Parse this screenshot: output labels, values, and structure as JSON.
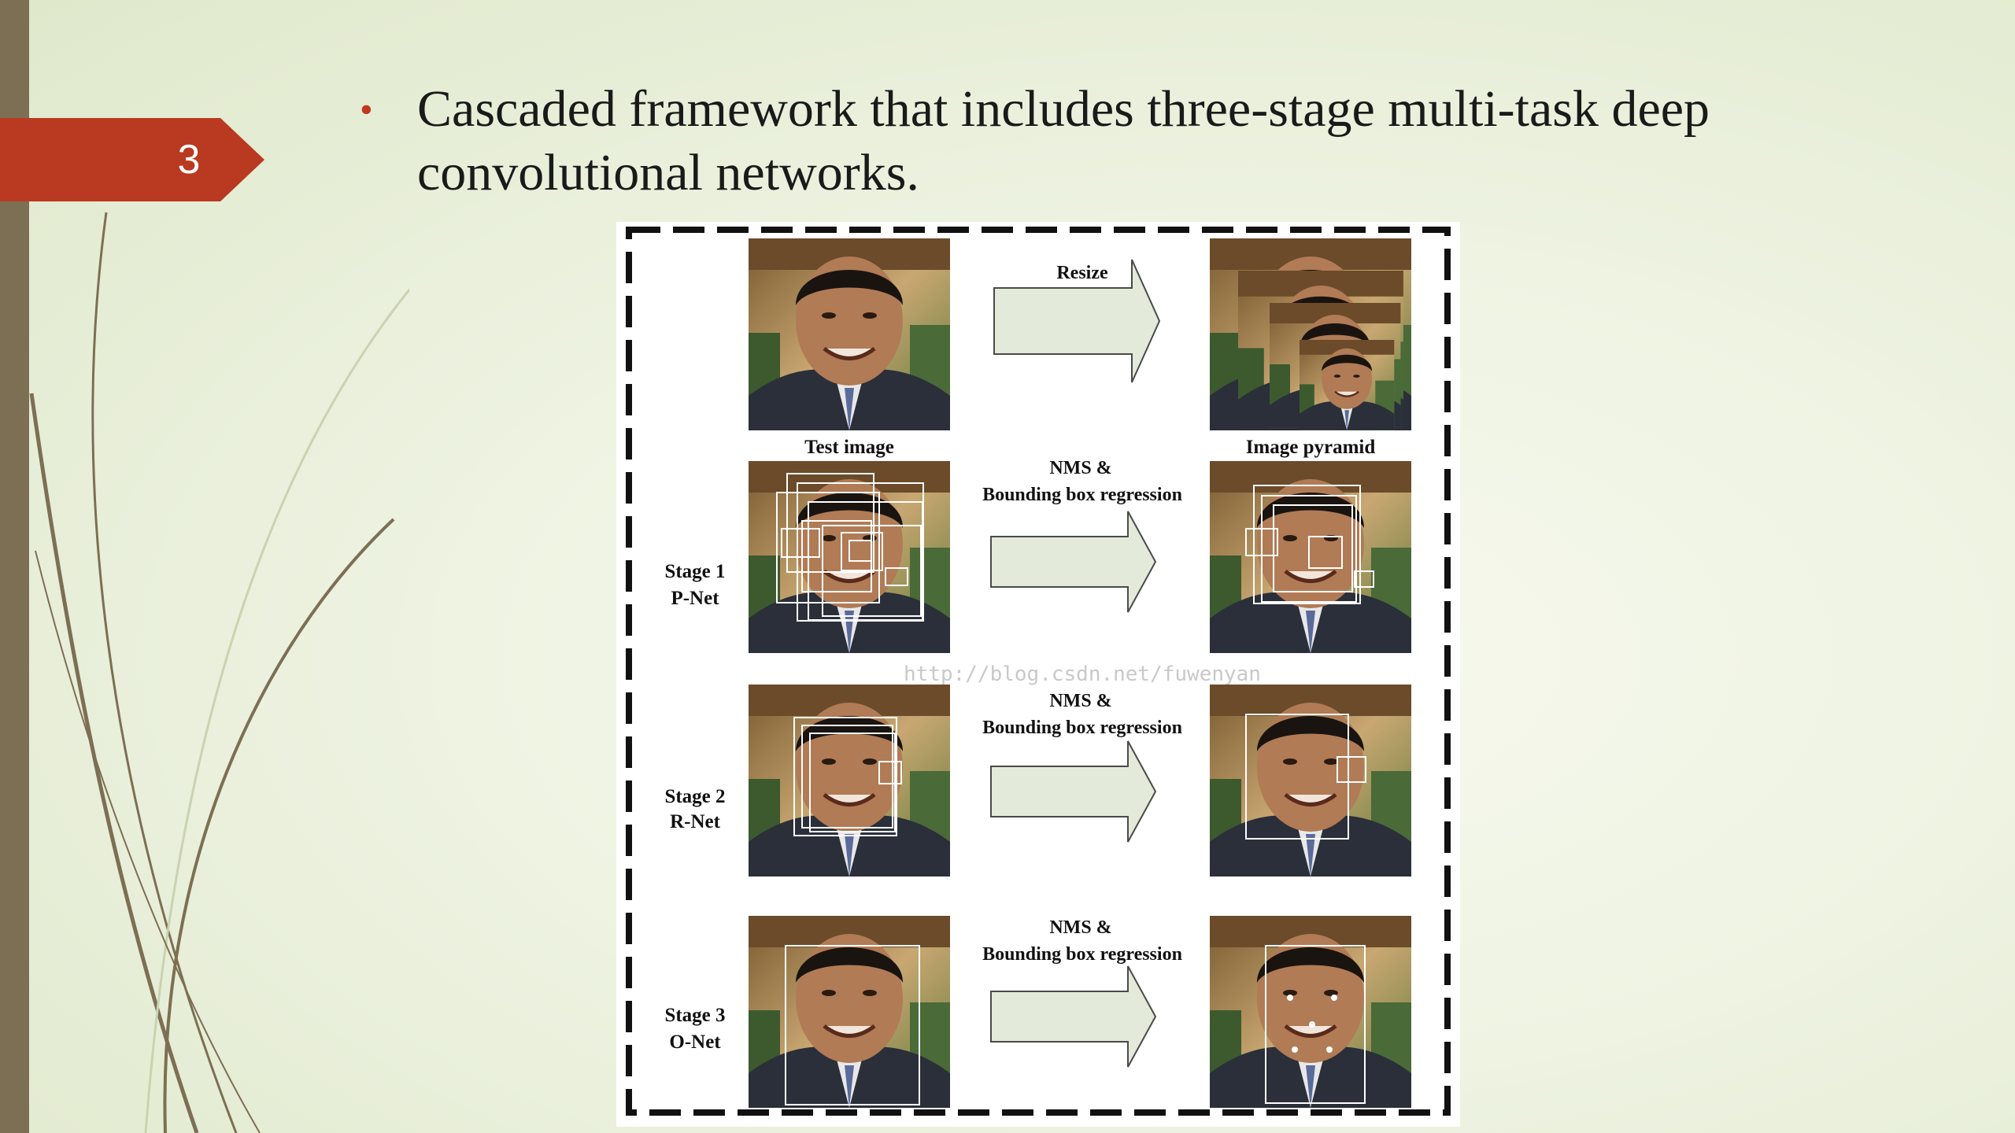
{
  "slide": {
    "number": "3"
  },
  "bullet": {
    "text": "Cascaded framework that includes three-stage multi-task deep convolutional networks."
  },
  "figure": {
    "resize_label": "Resize",
    "test_image_label": "Test image",
    "image_pyramid_label": "Image pyramid",
    "nms_line1": "NMS &",
    "nms_line2": "Bounding box regression",
    "watermark": "http://blog.csdn.net/fuwenyan",
    "stages": [
      {
        "line1": "Stage 1",
        "line2": "P-Net"
      },
      {
        "line1": "Stage 2",
        "line2": "R-Net"
      },
      {
        "line1": "Stage 3",
        "line2": "O-Net"
      }
    ]
  },
  "colors": {
    "accent": "#b93a20",
    "left_bar": "#7d6f54",
    "arrow_fill": "#e3ead9",
    "arrow_stroke": "#4a4a4a"
  }
}
